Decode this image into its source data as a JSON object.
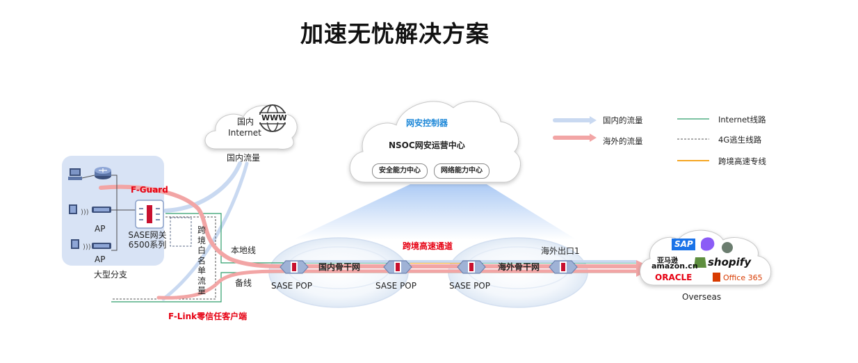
{
  "title": "加速无忧解决方案",
  "legend": {
    "domestic": "国内的流量",
    "overseas": "海外的流量",
    "internet": "Internet线路",
    "fourg": "4G逃生线路",
    "crossborder": "跨境高速专线"
  },
  "cloud_internet": {
    "line1": "国内",
    "line2": "Internet",
    "www": "WWW",
    "caption": "国内流量"
  },
  "controller": {
    "title": "网安控制器",
    "nsoc": "NSOC网安运营中心",
    "security": "安全能力中心",
    "network": "网络能力中心"
  },
  "branch": {
    "fguard": "F-Guard",
    "ap1": "AP",
    "ap2": "AP",
    "gateway_line1": "SASE网关",
    "gateway_line2": "6500系列",
    "caption": "大型分支"
  },
  "whitelist_vertical": "跨境白名单流量",
  "links": {
    "local": "本地线",
    "backup": "备线",
    "crossborder_channel": "跨境高速通道",
    "exit": "海外出口1",
    "flink": "F-Link零信任客户端"
  },
  "pops": {
    "domestic_backbone": "国内骨干网",
    "overseas_backbone": "海外骨干网",
    "pop1": "SASE POP",
    "pop2": "SASE POP",
    "pop3": "SASE POP"
  },
  "overseas": {
    "caption": "Overseas",
    "sap": "SAP",
    "amazon_cn": "亚马逊",
    "amazon": "amazon.cn",
    "shopify": "shopify",
    "oracle": "ORACLE",
    "office": "Office 365"
  },
  "colors": {
    "domestic_flow": "#c9d9f1",
    "overseas_flow": "#f2a5a5",
    "internet_line": "#2e9e6a",
    "fourg_line": "#555555",
    "crossborder_line": "#f5a623",
    "accent_red": "#e60012",
    "accent_blue": "#1e88d8"
  }
}
